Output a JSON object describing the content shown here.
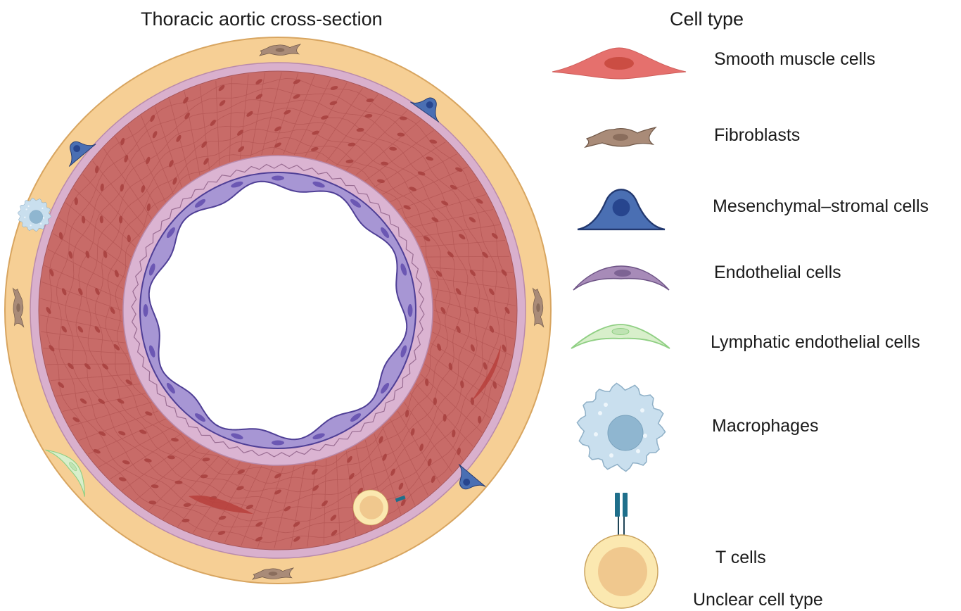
{
  "diagram": {
    "title": "Thoracic aortic cross-section"
  },
  "legend": {
    "title": "Cell type",
    "items": [
      {
        "key": "smooth-muscle",
        "label": "Smooth muscle cells"
      },
      {
        "key": "fibroblasts",
        "label": "Fibroblasts"
      },
      {
        "key": "mesenchymal-stromal",
        "label": "Mesenchymal–stromal cells"
      },
      {
        "key": "endothelial",
        "label": "Endothelial cells"
      },
      {
        "key": "lymphatic-endothelial",
        "label": "Lymphatic endothelial cells"
      },
      {
        "key": "macrophages",
        "label": "Macrophages"
      },
      {
        "key": "t-cells",
        "label": "T cells"
      },
      {
        "key": "unclear",
        "label": "Unclear cell type"
      }
    ]
  },
  "colors": {
    "adventitia": "#f6cf95",
    "adventitia_edge": "#d8a560",
    "elastic_lamina": "#d9b0cd",
    "media": "#c86b68",
    "media_line": "#a94a49",
    "nucleus": "#a8403e",
    "intima": "#dbb4d2",
    "endothelium": "#a796d4",
    "endothelium_edge": "#4f3f96",
    "smooth_muscle": "#e5706d",
    "smooth_muscle_nucleus": "#cb4d43",
    "fibroblast": "#a98b78",
    "fibroblast_nucleus": "#8a6d5c",
    "mesenchymal": "#4a6fb3",
    "mesenchymal_nucleus": "#27458e",
    "endothelial_legend": "#a78bb8",
    "lymphatic": "#d8efcb",
    "lymphatic_edge": "#8fcf83",
    "macrophage": "#c9dfee",
    "macrophage_nucleus": "#8fb6d0",
    "t_cell": "#fbe8b0",
    "t_cell_nucleus": "#f0c88e",
    "receptor": "#1f6f8b"
  }
}
